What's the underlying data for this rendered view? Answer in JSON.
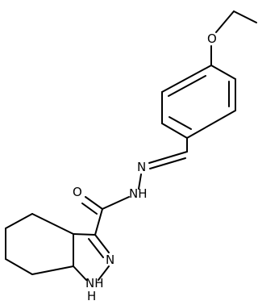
{
  "atoms": {
    "ether_oxygen": "O",
    "carbonyl_oxygen": "O",
    "imine_nitrogen": "N",
    "amide_nitrogen": "NH",
    "pyrazole_nitrogen": "N",
    "pyrazole_nh": "NH",
    "pyrazole_h": "H"
  },
  "colors": {
    "bond": "#000000",
    "label": "#000000",
    "background": "#ffffff"
  }
}
